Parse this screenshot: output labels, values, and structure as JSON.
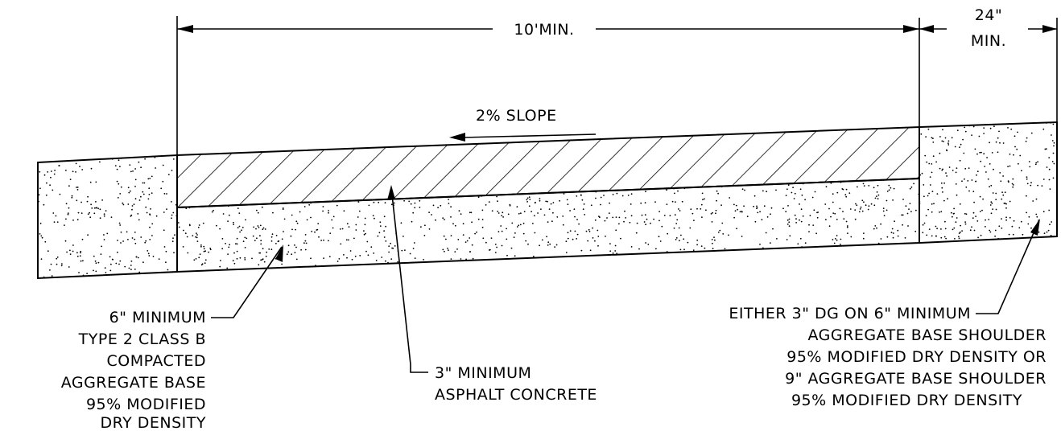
{
  "dimensions": {
    "width_label": "10'MIN.",
    "shoulder_top": "24\"",
    "shoulder_bottom": "MIN."
  },
  "slope_label": "2% SLOPE",
  "notes": {
    "base": [
      "6\" MINIMUM",
      "TYPE 2 CLASS B",
      "COMPACTED",
      "AGGREGATE BASE",
      "95% MODIFIED",
      "DRY DENSITY"
    ],
    "asphalt": [
      "3\" MINIMUM",
      "ASPHALT CONCRETE"
    ],
    "shoulder": [
      "EITHER 3\" DG ON 6\" MINIMUM",
      "AGGREGATE BASE SHOULDER",
      "95% MODIFIED DRY DENSITY OR",
      "9\" AGGREGATE BASE SHOULDER",
      "95% MODIFIED DRY DENSITY"
    ]
  }
}
